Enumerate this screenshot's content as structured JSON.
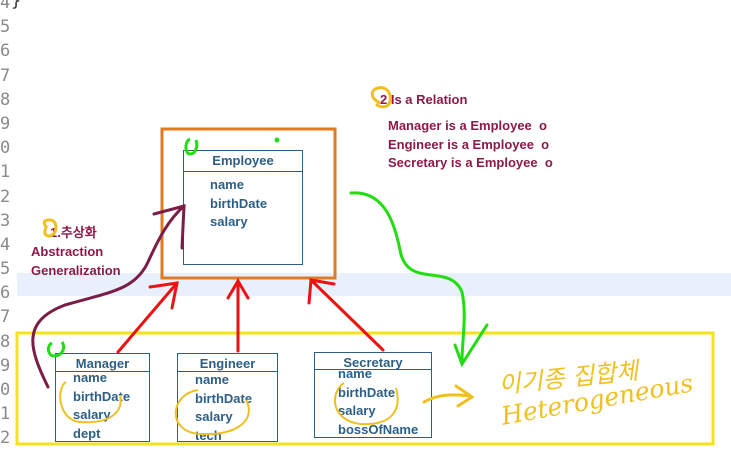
{
  "editor": {
    "line_numbers": [
      "4",
      "5",
      "6",
      "7",
      "8",
      "9",
      "0",
      "1",
      "2",
      "3",
      "4",
      "5",
      "6",
      "7",
      "8",
      "9",
      "0",
      "1",
      "2"
    ],
    "brace": "}"
  },
  "diagram": {
    "superclass": {
      "title": "Employee",
      "attributes": [
        "name",
        "birthDate",
        "salary"
      ]
    },
    "subclasses": [
      {
        "title": "Manager",
        "attributes": [
          "name",
          "birthDate",
          "salary",
          "dept"
        ]
      },
      {
        "title": "Engineer",
        "attributes": [
          "name",
          "birthDate",
          "salary",
          "tech"
        ]
      },
      {
        "title": "Secretary",
        "attributes": [
          "name",
          "birthDate",
          "salary",
          "bossOfName"
        ]
      }
    ],
    "relation_heading": "2.Is a Relation",
    "relations": [
      "Manager is a Employee  o",
      "Engineer is a Employee  o",
      "Secretary is a Employee  o"
    ],
    "abstraction_heading": "1.추상화",
    "abstraction_terms": [
      "Abstraction",
      "Generalization"
    ],
    "handwritten_korean": "이기종 집합체",
    "handwritten_english": "Heterogeneous"
  },
  "colors": {
    "superclass_frame": "#e07b22",
    "subclass_frame": "#f4e21a",
    "inheritance_arrows": "#ee1111",
    "abstraction_arrow": "#7b1d47",
    "green_arrow": "#22dd11",
    "annotation_yellow": "#f0c020",
    "text_maroon": "#8b1a4a",
    "uml_blue": "#2d5f86"
  }
}
